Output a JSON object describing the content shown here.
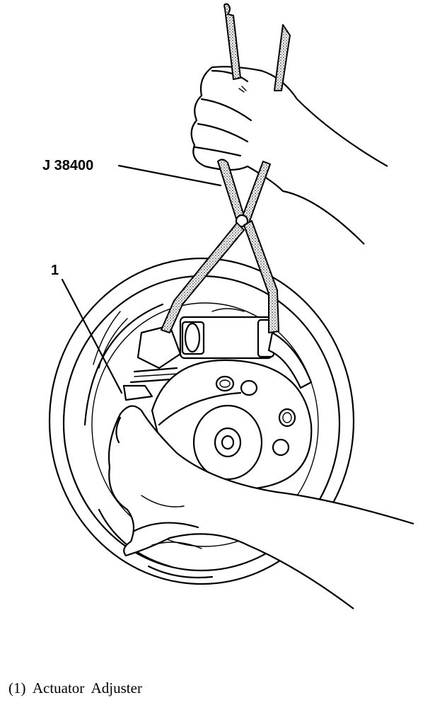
{
  "figure": {
    "tool_label": "J 38400",
    "callout_number": "1"
  },
  "caption": {
    "text": "(1)  Actuator  Adjuster"
  }
}
